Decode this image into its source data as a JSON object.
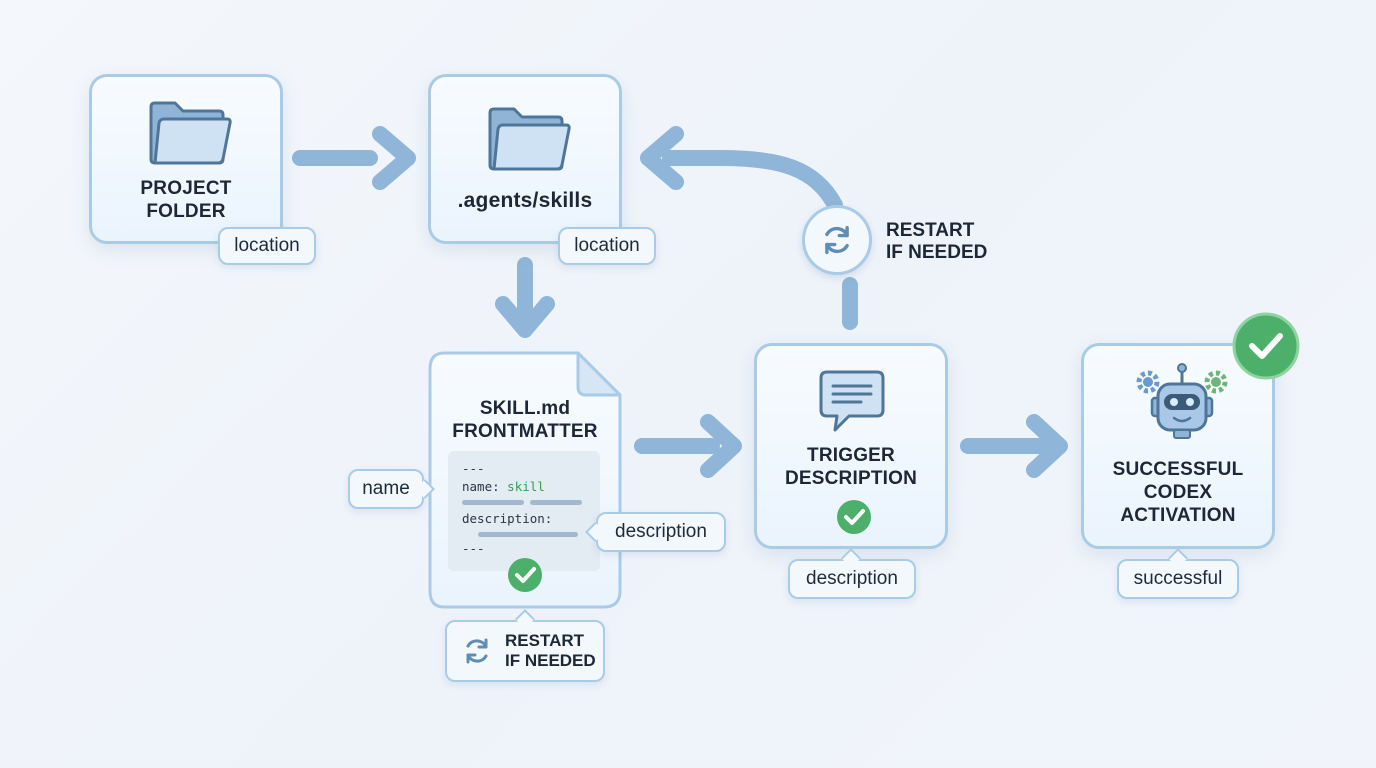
{
  "nodes": {
    "project_folder": {
      "title_line1": "PROJECT",
      "title_line2": "FOLDER",
      "tag": "location",
      "icon": "folder-icon"
    },
    "agents_skills": {
      "title": ".agents/skills",
      "tag": "location",
      "icon": "folder-icon"
    },
    "skill_md": {
      "title_line1": "SKILL.md",
      "title_line2": "FRONTMATTER",
      "code": {
        "delimiter_top": "---",
        "name_key": "name:",
        "name_value": "skill",
        "description_key": "description:",
        "delimiter_bottom": "---"
      },
      "side_tag_left": "name",
      "side_tag_right": "description",
      "icon": "document-icon"
    },
    "trigger": {
      "title_line1": "TRIGGER",
      "title_line2": "DESCRIPTION",
      "tag": "description",
      "icon": "chat-bubble-icon"
    },
    "success": {
      "title_line1": "SUCCESSFUL",
      "title_line2": "CODEX",
      "title_line3": "ACTIVATION",
      "tag": "successful",
      "icon": "robot-icon"
    }
  },
  "restart_top": {
    "line1": "RESTART",
    "line2": "IF NEEDED",
    "icon": "refresh-icon"
  },
  "restart_bottom": {
    "line1": "RESTART",
    "line2": "IF NEEDED",
    "icon": "refresh-icon"
  },
  "colors": {
    "arrow": "#8fb6d8",
    "border": "#a9cbe6",
    "check": "#4caf6a",
    "card_bg": "#eef6fd"
  }
}
